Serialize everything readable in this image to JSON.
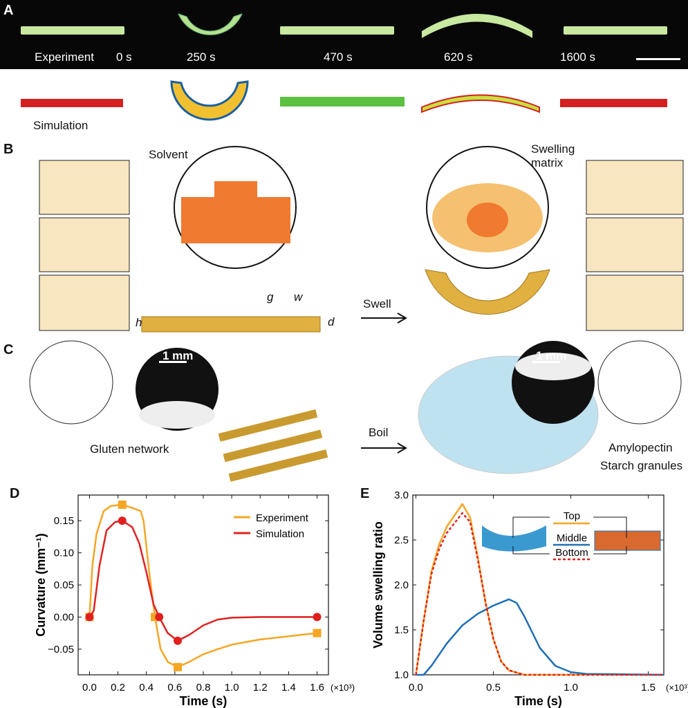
{
  "panels": {
    "a": "A",
    "b": "B",
    "c": "C",
    "d": "D",
    "e": "E"
  },
  "panel_a": {
    "experiment": "Experiment",
    "simulation": "Simulation",
    "times": [
      "0 s",
      "250 s",
      "470 s",
      "620 s",
      "1600 s"
    ]
  },
  "panel_b": {
    "solvent": "Solvent",
    "swelling_matrix": "Swelling\nmatrix",
    "swell": "Swell",
    "dims": {
      "g": "g",
      "w": "w",
      "h": "h",
      "d": "d"
    }
  },
  "panel_c": {
    "scale1": "1 mm",
    "scale2": "1 mm",
    "gluten": "Gluten network",
    "boil": "Boil",
    "amylopectin": "Amylopectin",
    "starch": "Starch granules"
  },
  "colors": {
    "experiment": "#f5a623",
    "simulation": "#e02020",
    "middle": "#1f6fb5",
    "gluten": "#e0b040"
  },
  "chart_data": [
    {
      "type": "line",
      "panel": "D",
      "xlabel": "Time (s)",
      "x_multiplier": "(×10³)",
      "ylabel": "Curvature (mm⁻¹)",
      "xlim": [
        -0.08,
        1.68
      ],
      "ylim": [
        -0.09,
        0.19
      ],
      "xticks": [
        "0.0",
        "0.2",
        "0.4",
        "0.6",
        "0.8",
        "1.0",
        "1.2",
        "1.4",
        "1.6"
      ],
      "xtick_values": [
        0,
        0.2,
        0.4,
        0.6,
        0.8,
        1.0,
        1.2,
        1.4,
        1.6
      ],
      "yticks": [
        "−0.05",
        "0.00",
        "0.05",
        "0.10",
        "0.15"
      ],
      "ytick_values": [
        -0.05,
        0,
        0.05,
        0.1,
        0.15
      ],
      "legend": "top-right",
      "series": [
        {
          "name": "Experiment",
          "color": "#f5a623",
          "marker": "square",
          "x": [
            0,
            0.02,
            0.05,
            0.1,
            0.15,
            0.23,
            0.3,
            0.36,
            0.38,
            0.42,
            0.46,
            0.5,
            0.55,
            0.62,
            0.7,
            0.8,
            0.9,
            1.0,
            1.2,
            1.4,
            1.6
          ],
          "y": [
            0,
            0.08,
            0.13,
            0.165,
            0.173,
            0.175,
            0.17,
            0.165,
            0.15,
            0.07,
            0,
            -0.05,
            -0.07,
            -0.078,
            -0.07,
            -0.058,
            -0.05,
            -0.043,
            -0.035,
            -0.03,
            -0.025
          ],
          "markers_x": [
            0,
            0.23,
            0.46,
            0.62,
            1.6
          ],
          "markers_y": [
            0,
            0.175,
            0,
            -0.078,
            -0.025
          ]
        },
        {
          "name": "Simulation",
          "color": "#e02020",
          "marker": "circle",
          "x": [
            0,
            0.03,
            0.07,
            0.12,
            0.18,
            0.23,
            0.3,
            0.35,
            0.4,
            0.45,
            0.49,
            0.55,
            0.62,
            0.7,
            0.8,
            0.9,
            1.0,
            1.2,
            1.6
          ],
          "y": [
            0,
            0.01,
            0.08,
            0.135,
            0.148,
            0.15,
            0.14,
            0.115,
            0.07,
            0.02,
            0,
            -0.025,
            -0.037,
            -0.028,
            -0.013,
            -0.004,
            -0.001,
            0,
            0
          ],
          "markers_x": [
            0,
            0.23,
            0.49,
            0.62,
            1.6
          ],
          "markers_y": [
            0,
            0.15,
            0,
            -0.037,
            0
          ]
        }
      ]
    },
    {
      "type": "line",
      "panel": "E",
      "xlabel": "Time (s)",
      "x_multiplier": "(×10³)",
      "ylabel": "Volume swelling ratio",
      "xlim": [
        -0.02,
        1.6
      ],
      "ylim": [
        1.0,
        3.0
      ],
      "xticks": [
        "0.0",
        "0.5",
        "1.0",
        "1.5"
      ],
      "xtick_values": [
        0,
        0.5,
        1.0,
        1.5
      ],
      "yticks": [
        "1.0",
        "1.5",
        "2.0",
        "2.5",
        "3.0"
      ],
      "ytick_values": [
        1,
        1.5,
        2,
        2.5,
        3
      ],
      "legend": "inset top-right",
      "series": [
        {
          "name": "Top",
          "color": "#f5a623",
          "style": "solid",
          "x": [
            0,
            0.05,
            0.1,
            0.15,
            0.2,
            0.3,
            0.35,
            0.4,
            0.45,
            0.5,
            0.55,
            0.6,
            0.7,
            1.6
          ],
          "y": [
            1,
            1.6,
            2.15,
            2.45,
            2.65,
            2.9,
            2.75,
            2.3,
            1.8,
            1.4,
            1.15,
            1.05,
            1.0,
            1.0
          ]
        },
        {
          "name": "Middle",
          "color": "#1f6fb5",
          "style": "solid",
          "x": [
            0,
            0.05,
            0.1,
            0.2,
            0.3,
            0.4,
            0.5,
            0.6,
            0.65,
            0.7,
            0.8,
            0.9,
            1.0,
            1.1,
            1.6
          ],
          "y": [
            1,
            1.0,
            1.1,
            1.35,
            1.55,
            1.68,
            1.77,
            1.84,
            1.8,
            1.65,
            1.3,
            1.1,
            1.03,
            1.01,
            1.0
          ]
        },
        {
          "name": "Bottom",
          "color": "#e02020",
          "style": "dashed",
          "x": [
            0,
            0.05,
            0.1,
            0.15,
            0.2,
            0.3,
            0.35,
            0.4,
            0.45,
            0.5,
            0.55,
            0.6,
            0.7,
            1.6
          ],
          "y": [
            1,
            1.6,
            2.12,
            2.4,
            2.58,
            2.8,
            2.7,
            2.28,
            1.8,
            1.4,
            1.15,
            1.05,
            1.0,
            1.0
          ]
        }
      ]
    }
  ]
}
